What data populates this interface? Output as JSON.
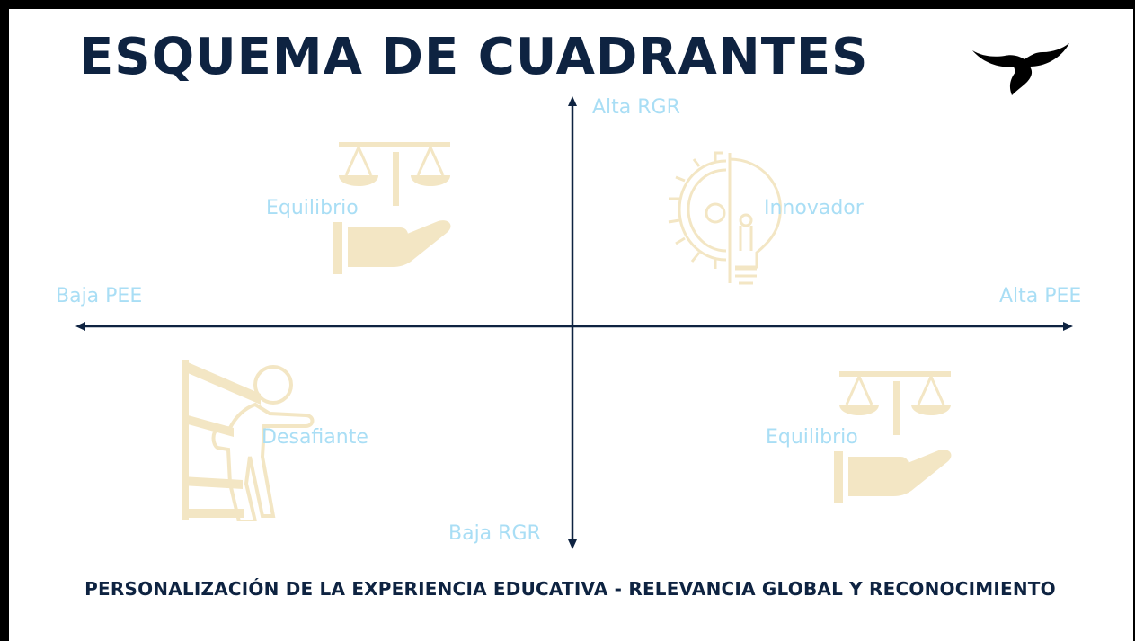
{
  "title": "ESQUEMA DE CUADRANTES",
  "axes": {
    "y_top": "Alta RGR",
    "y_bottom": "Baja RGR",
    "x_left": "Baja PEE",
    "x_right": "Alta PEE"
  },
  "quadrants": {
    "top_left": "Equilibrio",
    "top_right": "Innovador",
    "bottom_left": "Desafiante",
    "bottom_right": "Equilibrio"
  },
  "footer": "PERSONALIZACIÓN DE LA EXPERIENCIA EDUCATIVA - RELEVANCIA GLOBAL Y RECONOCIMIENTO",
  "colors": {
    "title": "#0e2341",
    "axis": "#0e2341",
    "label": "#a9def5",
    "icon": "#f3e6c4"
  },
  "icons": {
    "top_left": "scales-hand-icon",
    "top_right": "gear-lightbulb-icon",
    "bottom_left": "person-climbing-icon",
    "bottom_right": "scales-hand-icon",
    "logo": "eagle-logo-icon"
  }
}
